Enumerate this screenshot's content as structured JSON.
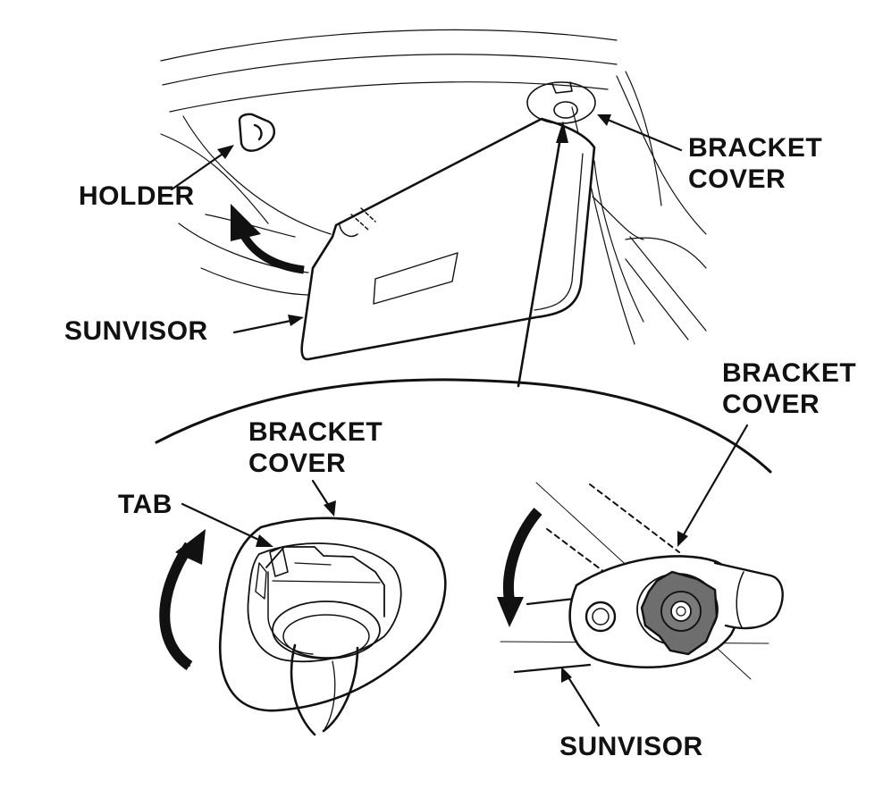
{
  "labels": {
    "holder": "HOLDER",
    "sunvisor_top": "SUNVISOR",
    "bracket_cover_top_line1": "BRACKET",
    "bracket_cover_top_line2": "COVER",
    "bracket_cover_right_line1": "BRACKET",
    "bracket_cover_right_line2": "COVER",
    "bracket_cover_left_line1": "BRACKET",
    "bracket_cover_left_line2": "COVER",
    "tab": "TAB",
    "sunvisor_bottom": "SUNVISOR"
  },
  "colors": {
    "ink": "#111111",
    "knob": "#6e6e6e",
    "paper": "#ffffff"
  }
}
